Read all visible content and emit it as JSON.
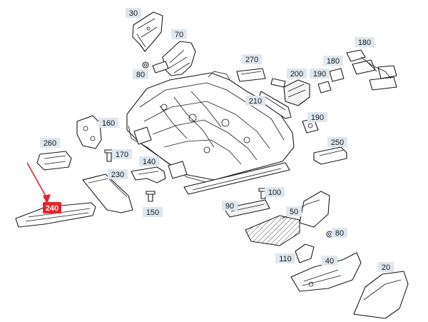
{
  "diagram": {
    "highlight_color": "#e8222a",
    "label_bg_color": "#dde7f0",
    "callouts": [
      {
        "label": "30"
      },
      {
        "label": "70"
      },
      {
        "label": "80"
      },
      {
        "label": "270"
      },
      {
        "label": "200"
      },
      {
        "label": "190"
      },
      {
        "label": "180"
      },
      {
        "label": "180"
      },
      {
        "label": "210"
      },
      {
        "label": "190"
      },
      {
        "label": "160"
      },
      {
        "label": "260"
      },
      {
        "label": "170"
      },
      {
        "label": "140"
      },
      {
        "label": "230"
      },
      {
        "label": "250"
      },
      {
        "label": "100"
      },
      {
        "label": "150"
      },
      {
        "label": "90"
      },
      {
        "label": "50"
      },
      {
        "label": "80"
      },
      {
        "label": "110"
      },
      {
        "label": "40"
      },
      {
        "label": "20"
      }
    ],
    "highlighted_callout": {
      "label": "240"
    }
  }
}
